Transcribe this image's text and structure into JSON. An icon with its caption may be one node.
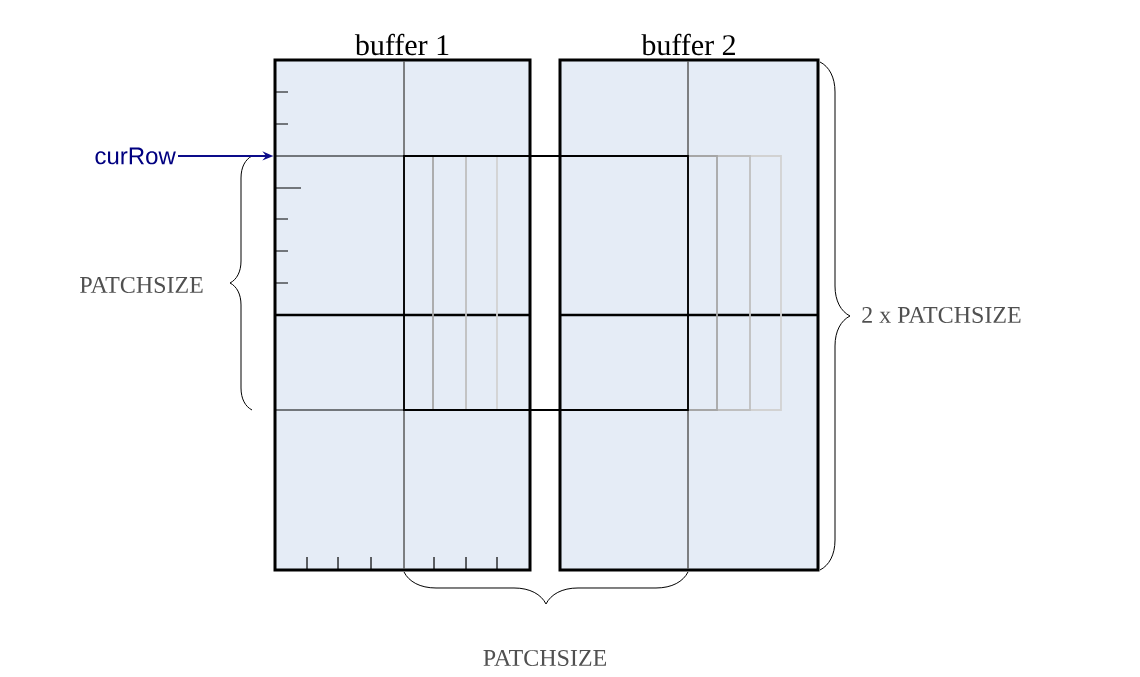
{
  "diagram": {
    "nodes": [
      {
        "text": [
          "buffer 1"
        ]
      },
      {
        "text": [
          "buffer 2"
        ]
      },
      {
        "text": [
          "curRow"
        ]
      }
    ],
    "edges": [
      {
        "from": 2,
        "to": 0,
        "arrow": "to",
        "color": "#0c0c8a"
      }
    ],
    "labels": [
      "PATCHSIZE",
      "2 x PATCHSIZE",
      "PATCHSIZE"
    ]
  }
}
